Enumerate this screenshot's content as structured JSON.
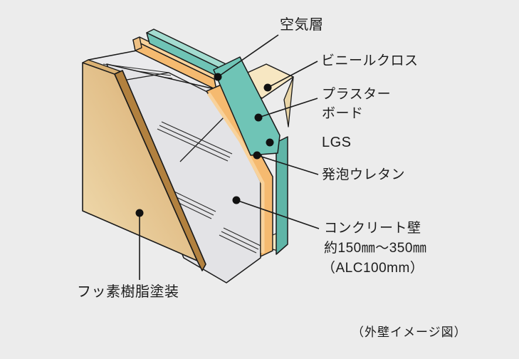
{
  "diagram": {
    "title_caption": "（外壁イメージ図）",
    "labels": {
      "air_layer": "空気層",
      "vinyl_cloth": "ビニールクロス",
      "plaster_board_line1": "プラスター",
      "plaster_board_line2": "ボード",
      "lgs": "LGS",
      "urethane_foam": "発泡ウレタン",
      "concrete_line1": "コンクリート壁",
      "concrete_line2": "約150㎜～350㎜",
      "concrete_line3": "（ALC100mm）",
      "fluorine_coating": "フッ素樹脂塗装"
    },
    "colors": {
      "background": "#ececec",
      "outline": "#1a1a1a",
      "tan_face_light": "#eed9ab",
      "tan_face_dark": "#cf9c60",
      "tan_edge": "#b2813f",
      "concrete_gray": "#e3e3e6",
      "concrete_top": "#eaeaec",
      "urethane_orange": "#f5ba70",
      "urethane_orange_light": "#f8d29b",
      "plasterboard_teal": "#6fc4b6",
      "plasterboard_teal_light": "#a3dcd0",
      "plasterboard_teal_dark": "#5fb5a7",
      "vinyl_cream": "#f7e7c2"
    }
  }
}
